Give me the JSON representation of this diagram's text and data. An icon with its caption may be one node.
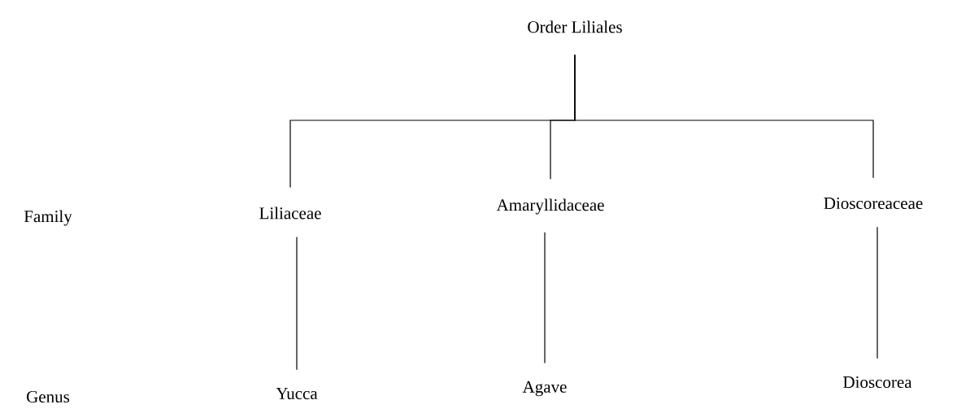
{
  "diagram": {
    "nodes": [
      {
        "text": [
          "Order Liliales"
        ]
      },
      {
        "text": [
          "Liliaceae"
        ]
      },
      {
        "text": [
          "Amaryllidaceae"
        ]
      },
      {
        "text": [
          "Dioscoreaceae"
        ]
      },
      {
        "text": [
          "Yucca"
        ]
      },
      {
        "text": [
          "Agave"
        ]
      },
      {
        "text": [
          "Dioscorea"
        ]
      }
    ],
    "edges": [
      {
        "from": 0,
        "to": 1,
        "arrow": "none"
      },
      {
        "from": 0,
        "to": 2,
        "arrow": "none"
      },
      {
        "from": 0,
        "to": 3,
        "arrow": "none"
      },
      {
        "from": 1,
        "to": 4,
        "arrow": "none"
      },
      {
        "from": 2,
        "to": 5,
        "arrow": "none"
      },
      {
        "from": 3,
        "to": 6,
        "arrow": "none"
      }
    ],
    "labels": [
      "Family",
      "Genus"
    ]
  }
}
